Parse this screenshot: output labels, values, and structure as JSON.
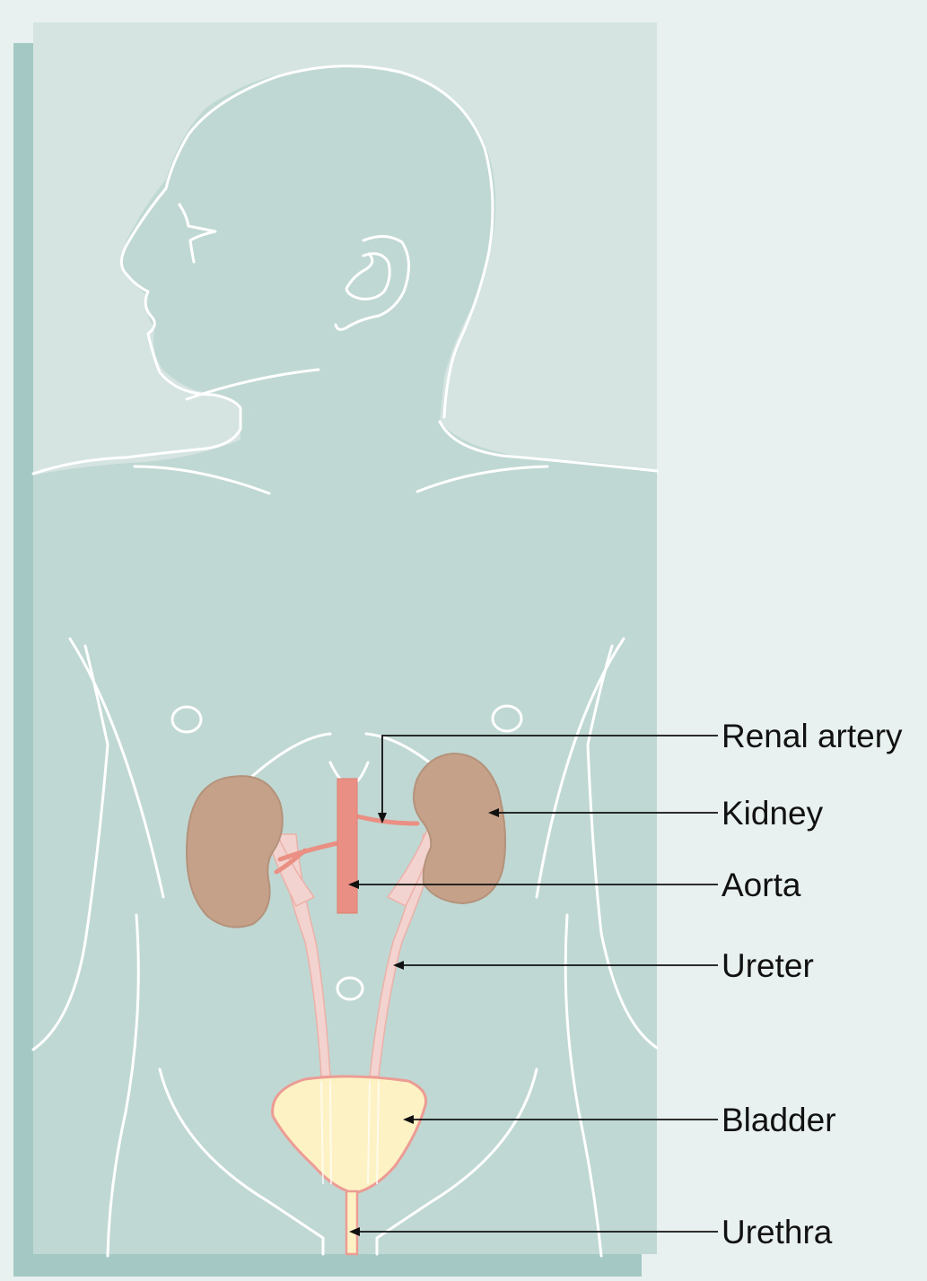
{
  "labels": {
    "renal_artery": "Renal artery",
    "kidney": "Kidney",
    "aorta": "Aorta",
    "ureter": "Ureter",
    "bladder": "Bladder",
    "urethra": "Urethra"
  },
  "colors": {
    "background": "#e8f1ef",
    "panel_light": "#d5e4e1",
    "panel_body": "#c0d8d3",
    "panel_shadow": "#a4c9c4",
    "outline": "#ffffff",
    "kidney_fill": "#c6a189",
    "kidney_outline": "#b4927b",
    "aorta": "#ea8f83",
    "ureter": "#f3d3cf",
    "bladder_fill": "#fdf2c4",
    "bladder_outline": "#ec9c94",
    "leader_line": "#111111",
    "label_text": "#111111"
  }
}
